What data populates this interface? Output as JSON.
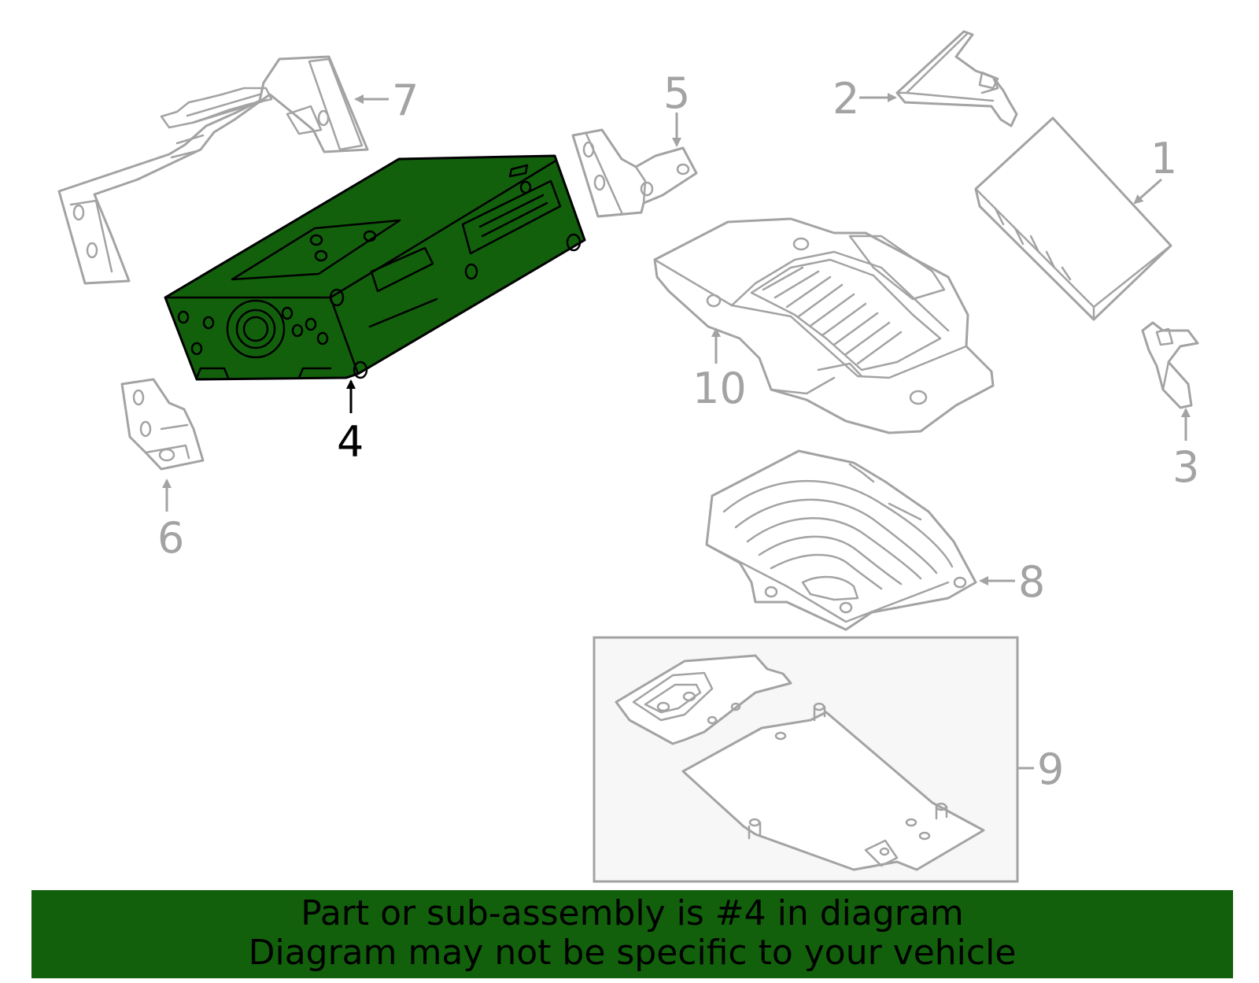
{
  "diagram": {
    "highlighted_part": "4",
    "callouts": [
      {
        "id": "part-1",
        "label": "1"
      },
      {
        "id": "part-2",
        "label": "2"
      },
      {
        "id": "part-3",
        "label": "3"
      },
      {
        "id": "part-4",
        "label": "4"
      },
      {
        "id": "part-5",
        "label": "5"
      },
      {
        "id": "part-6",
        "label": "6"
      },
      {
        "id": "part-7",
        "label": "7"
      },
      {
        "id": "part-8",
        "label": "8"
      },
      {
        "id": "part-9",
        "label": "9"
      },
      {
        "id": "part-10",
        "label": "10"
      }
    ]
  },
  "banner": {
    "line1": "Part or sub-assembly is #4 in diagram",
    "line2": "Diagram may not be specific to your vehicle"
  },
  "colors": {
    "highlight": "#12600c",
    "outline": "#a3a3a3",
    "box_fill": "#f7f7f7"
  }
}
